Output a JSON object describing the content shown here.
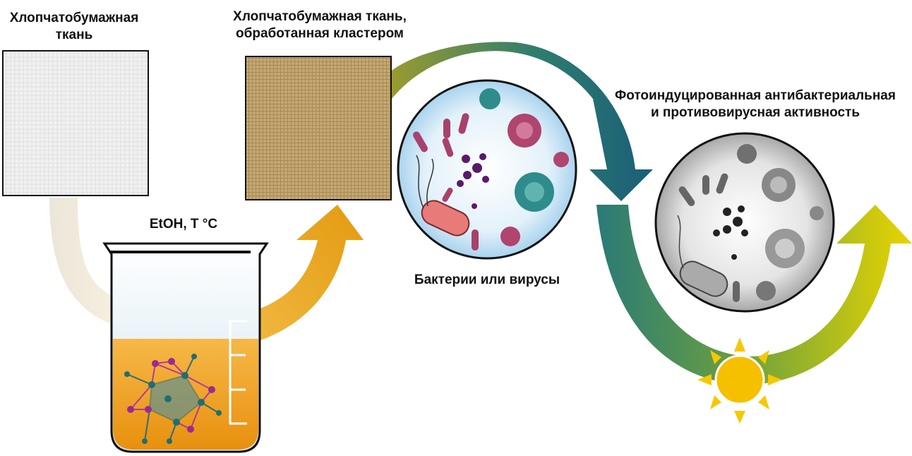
{
  "labels": {
    "white_fabric": [
      "Хлопчатобумажная",
      "ткань"
    ],
    "treated_fabric": [
      "Хлопчатобумажная ткань,",
      "обработанная кластером"
    ],
    "photo_activity": [
      "Фотоиндуцированная антибактериальная",
      "и противовирусная активность"
    ],
    "solvent": "EtOH, T °C",
    "bacteria": "Бактерии или вирусы"
  },
  "colors": {
    "orange_arrow": "#e9a520",
    "teal_arrow": "#1f6f7a",
    "olive_arrow": "#8a8a2a",
    "yellow_arrow": "#e8d000",
    "liquid": "#f09a18",
    "treated_fabric": "#bfa06a",
    "pink_microbe": "#b0456f",
    "teal_microbe": "#2e8c8c",
    "sun": "#f5c000"
  },
  "icons": [
    "white-fabric-swatch",
    "treated-fabric-swatch",
    "beaker-icon",
    "cluster-molecule-icon",
    "microbe-circle-colored",
    "microbe-circle-grayscale",
    "sun-icon"
  ]
}
